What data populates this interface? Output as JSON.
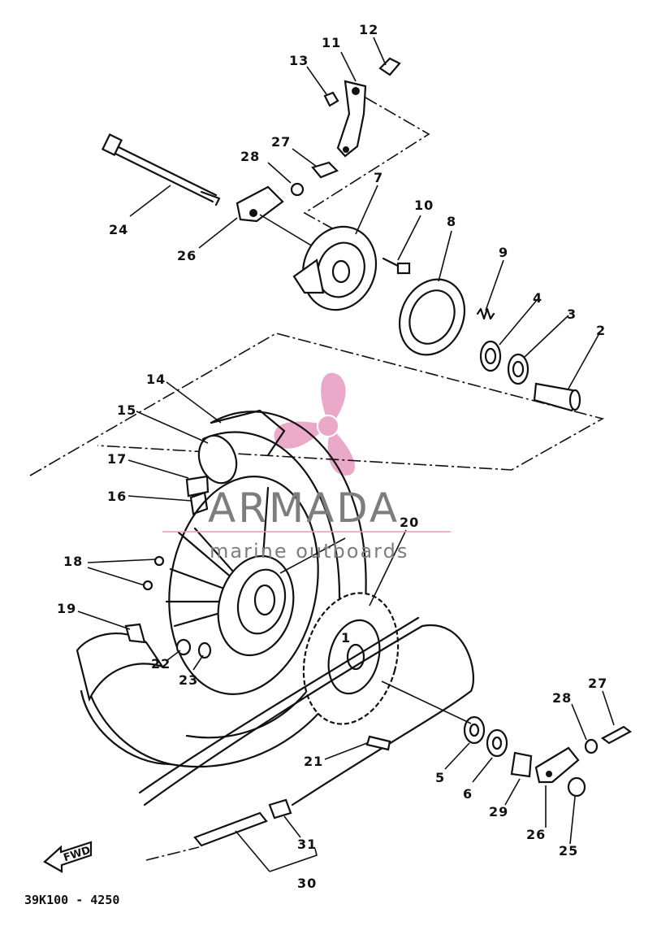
{
  "diagram": {
    "part_code": "39K100 - 4250",
    "direction_label": "FWD",
    "watermark": {
      "brand": "ARMADA",
      "tagline": "marine outboards",
      "logo_color": "#e79bc0",
      "text_color": "#7d7d7d"
    },
    "callouts": [
      "1",
      "2",
      "3",
      "4",
      "5",
      "6",
      "7",
      "8",
      "9",
      "10",
      "11",
      "12",
      "13",
      "14",
      "15",
      "16",
      "17",
      "18",
      "19",
      "20",
      "21",
      "22",
      "23",
      "24",
      "25",
      "26",
      "26",
      "27",
      "27",
      "28",
      "28",
      "29",
      "30",
      "31"
    ],
    "icons": [
      "propeller-logo-icon",
      "fwd-arrow-icon"
    ]
  }
}
